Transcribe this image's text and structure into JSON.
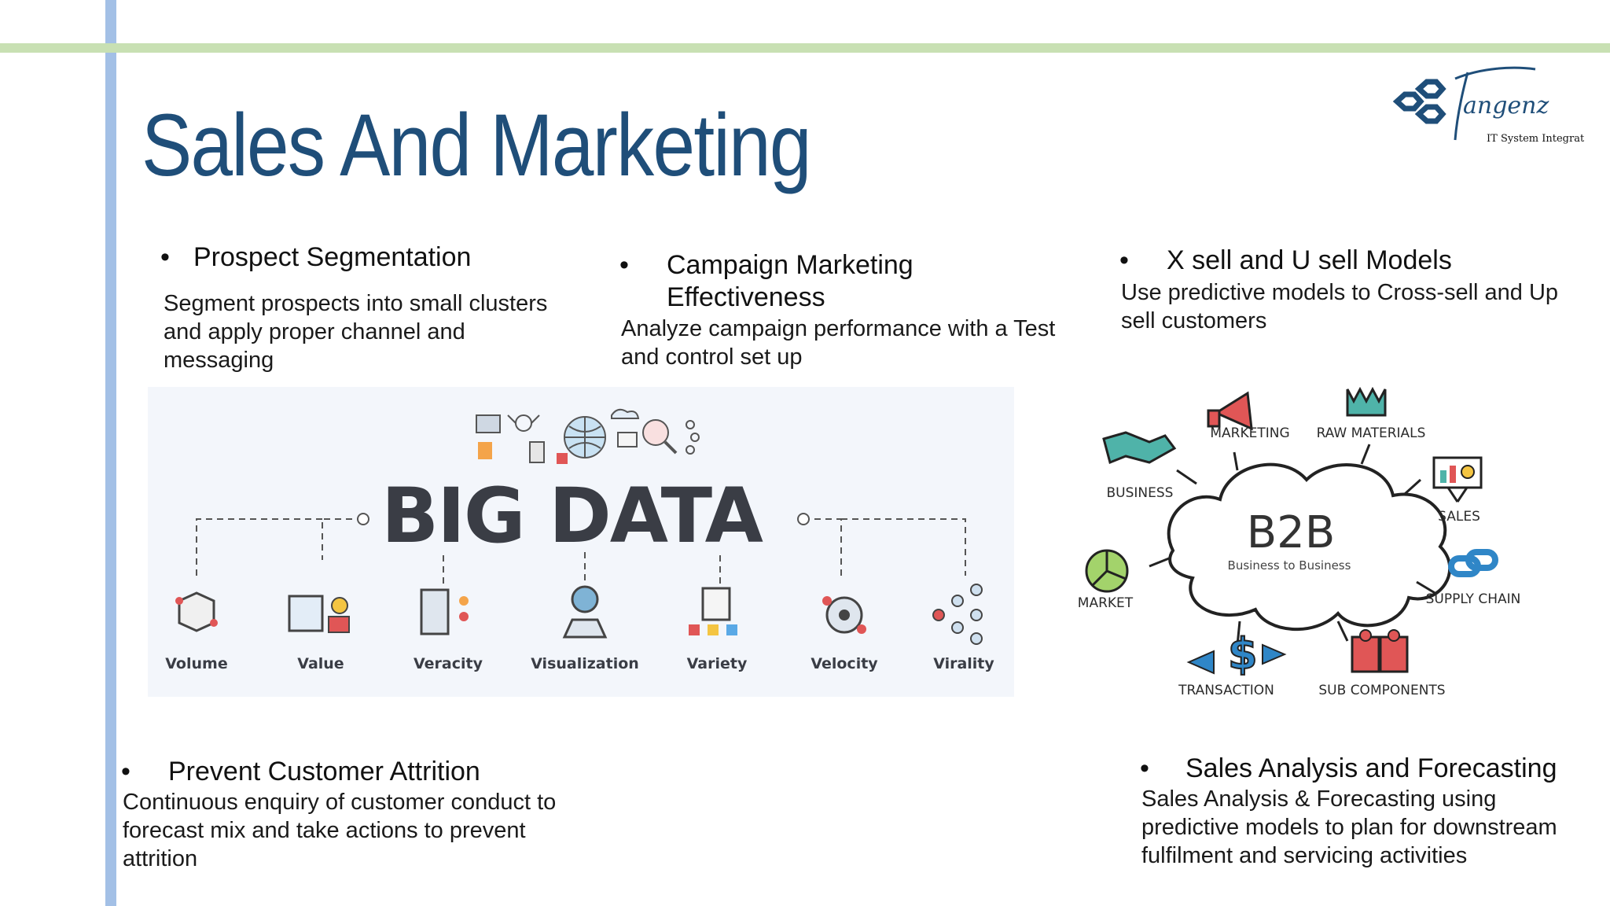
{
  "slide": {
    "title": "Sales And Marketing",
    "bullet_glyph": "•"
  },
  "logo": {
    "name": "angenz",
    "tagline": "IT System Integrator"
  },
  "sections": {
    "prospect": {
      "heading": "Prospect Segmentation",
      "lines": [
        "Segment prospects into small clusters",
        "and apply proper channel and",
        "messaging"
      ]
    },
    "campaign": {
      "heading_lines": [
        "Campaign Marketing",
        "Effectiveness"
      ],
      "lines": [
        "Analyze campaign performance with a Test",
        "and control set up"
      ]
    },
    "xsell": {
      "heading": "X sell and U sell Models",
      "lines": [
        "Use predictive models to Cross-sell and Up",
        "sell customers"
      ]
    },
    "attrition": {
      "heading": "Prevent Customer Attrition",
      "lines": [
        "Continuous enquiry of customer conduct to",
        "forecast mix and take actions to prevent",
        "attrition"
      ]
    },
    "forecast": {
      "heading": "Sales Analysis and Forecasting",
      "lines": [
        "Sales Analysis & Forecasting using",
        "predictive models to plan for downstream",
        "fulfilment and servicing activities"
      ]
    }
  },
  "big_data": {
    "title": "BIG DATA",
    "labels": [
      "Volume",
      "Value",
      "Veracity",
      "Visualization",
      "Variety",
      "Velocity",
      "Virality"
    ]
  },
  "b2b": {
    "title": "B2B",
    "subtitle": "Business to Business",
    "labels": {
      "marketing": "MARKETING",
      "raw_materials": "RAW MATERIALS",
      "business": "BUSINESS",
      "sales": "SALES",
      "market": "MARKET",
      "supply_chain": "SUPPLY CHAIN",
      "transaction": "TRANSACTION",
      "sub_components": "SUB COMPONENTS"
    }
  },
  "colors": {
    "title_blue": "#1f4e79",
    "left_bar": "#a3c0e6",
    "top_bar": "#c8e0b3",
    "big_data_text": "#3a3d45"
  }
}
